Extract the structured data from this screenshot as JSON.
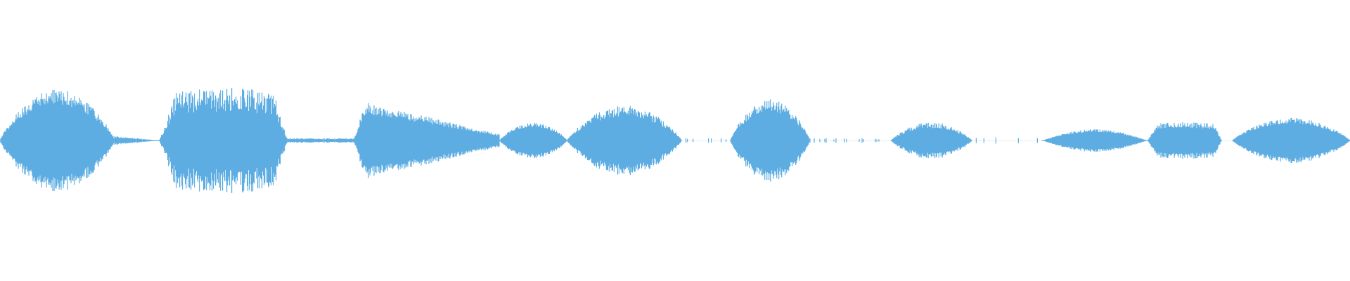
{
  "waveform": {
    "color": "#5dade2",
    "background": "#ffffff",
    "segments": [
      {
        "start": 0.0,
        "end": 0.085,
        "peak": 0.62,
        "shape": "swell",
        "rough": 0.18
      },
      {
        "start": 0.085,
        "end": 0.118,
        "peak": 0.05,
        "shape": "taper",
        "rough": 0.3
      },
      {
        "start": 0.118,
        "end": 0.213,
        "peak": 0.58,
        "shape": "plateau",
        "rough": 0.3
      },
      {
        "start": 0.213,
        "end": 0.262,
        "peak": 0.03,
        "shape": "flat",
        "rough": 0.4
      },
      {
        "start": 0.262,
        "end": 0.37,
        "peak": 0.5,
        "shape": "decay",
        "rough": 0.18
      },
      {
        "start": 0.37,
        "end": 0.42,
        "peak": 0.22,
        "shape": "swell",
        "rough": 0.15
      },
      {
        "start": 0.42,
        "end": 0.505,
        "peak": 0.42,
        "shape": "swell",
        "rough": 0.2
      },
      {
        "start": 0.505,
        "end": 0.541,
        "peak": 0.03,
        "shape": "dots",
        "rough": 0.4
      },
      {
        "start": 0.541,
        "end": 0.6,
        "peak": 0.5,
        "shape": "swell",
        "rough": 0.18
      },
      {
        "start": 0.6,
        "end": 0.66,
        "peak": 0.03,
        "shape": "dots",
        "rough": 0.4
      },
      {
        "start": 0.66,
        "end": 0.72,
        "peak": 0.22,
        "shape": "swell",
        "rough": 0.2
      },
      {
        "start": 0.72,
        "end": 0.77,
        "peak": 0.04,
        "shape": "dots",
        "rough": 0.4
      },
      {
        "start": 0.772,
        "end": 0.85,
        "peak": 0.14,
        "shape": "hump",
        "rough": 0.15
      },
      {
        "start": 0.85,
        "end": 0.905,
        "peak": 0.22,
        "shape": "plateau",
        "rough": 0.2
      },
      {
        "start": 0.913,
        "end": 1.0,
        "peak": 0.28,
        "shape": "swell",
        "rough": 0.15
      }
    ]
  }
}
